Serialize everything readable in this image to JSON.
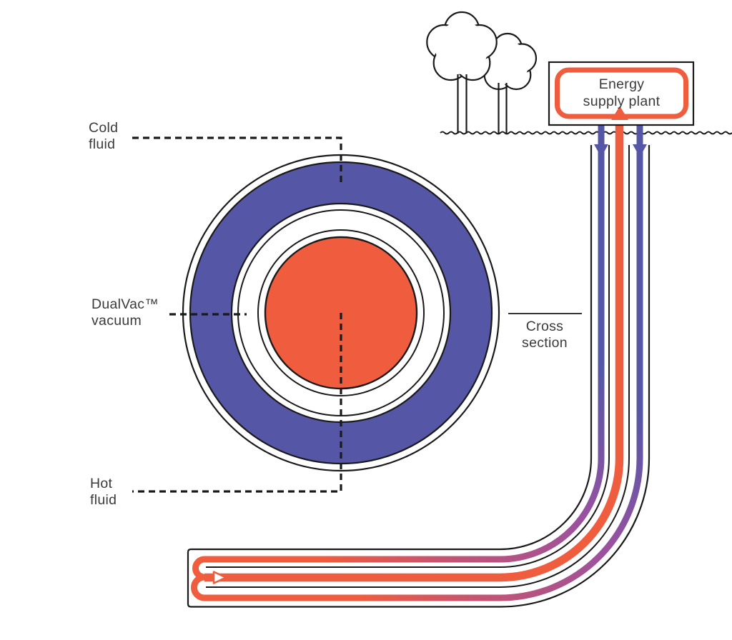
{
  "diagram_labels": {
    "cold_fluid": {
      "line1": "Cold",
      "line2": "fluid"
    },
    "dualvac_vacuum": {
      "line1": "DualVac™",
      "line2": "vacuum"
    },
    "hot_fluid": {
      "line1": "Hot",
      "line2": "fluid"
    },
    "cross_section": {
      "line1": "Cross",
      "line2": "section"
    },
    "energy_supply_plant": {
      "line1": "Energy",
      "line2": "supply plant"
    }
  },
  "colors": {
    "hot_fluid_orange": "#f05c3e",
    "cold_fluid_blue": "#5557a6",
    "transition_purple": "#9a51a0",
    "transition_pink": "#c25474",
    "line_black": "#1a1a1a",
    "text_gray": "#3a3a3a",
    "background": "#ffffff"
  }
}
